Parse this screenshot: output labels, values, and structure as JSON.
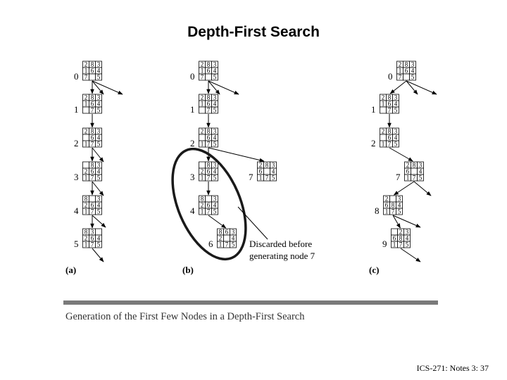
{
  "title": "Depth-First Search",
  "caption": "Generation of the First Few Nodes in a Depth-First Search",
  "footer": "ICS-271: Notes 3: 37",
  "panel_labels": [
    "(a)",
    "(b)",
    "(c)"
  ],
  "annotation": [
    "Discarded before",
    "generating node 7"
  ],
  "boards": {
    "a0": [
      "2",
      "8",
      "3",
      "1",
      "6",
      "4",
      "7",
      "",
      "5"
    ],
    "a1": [
      "2",
      "8",
      "3",
      "1",
      "6",
      "4",
      "",
      "7",
      "5"
    ],
    "a2": [
      "2",
      "8",
      "3",
      "",
      "6",
      "4",
      "1",
      "7",
      "5"
    ],
    "a3": [
      "",
      "8",
      "3",
      "2",
      "6",
      "4",
      "1",
      "7",
      "5"
    ],
    "a4": [
      "8",
      "",
      "3",
      "2",
      "6",
      "4",
      "1",
      "7",
      "5"
    ],
    "a5": [
      "8",
      "3",
      "",
      "2",
      "6",
      "4",
      "1",
      "7",
      "5"
    ],
    "b0": [
      "2",
      "8",
      "3",
      "1",
      "6",
      "4",
      "7",
      "",
      "5"
    ],
    "b1": [
      "2",
      "8",
      "3",
      "1",
      "6",
      "4",
      "",
      "7",
      "5"
    ],
    "b2": [
      "2",
      "8",
      "3",
      "",
      "6",
      "4",
      "1",
      "7",
      "5"
    ],
    "b3": [
      "",
      "8",
      "3",
      "2",
      "6",
      "4",
      "1",
      "7",
      "5"
    ],
    "b4": [
      "8",
      "",
      "3",
      "2",
      "6",
      "4",
      "1",
      "7",
      "5"
    ],
    "b6": [
      "8",
      "6",
      "3",
      "2",
      "",
      "4",
      "1",
      "7",
      "5"
    ],
    "b7": [
      "2",
      "8",
      "3",
      "6",
      "",
      "4",
      "1",
      "7",
      "5"
    ],
    "c0": [
      "2",
      "8",
      "3",
      "1",
      "6",
      "4",
      "7",
      "",
      "5"
    ],
    "c1": [
      "2",
      "8",
      "3",
      "1",
      "6",
      "4",
      "",
      "7",
      "5"
    ],
    "c2": [
      "2",
      "8",
      "3",
      "",
      "6",
      "4",
      "1",
      "7",
      "5"
    ],
    "c7": [
      "2",
      "8",
      "3",
      "6",
      "",
      "4",
      "1",
      "7",
      "5"
    ],
    "c8": [
      "2",
      "",
      "3",
      "6",
      "8",
      "4",
      "1",
      "7",
      "5"
    ],
    "c9": [
      "",
      "2",
      "3",
      "6",
      "8",
      "4",
      "1",
      "7",
      "5"
    ]
  },
  "node_labels": {
    "a0": "0",
    "a1": "1",
    "a2": "2",
    "a3": "3",
    "a4": "4",
    "a5": "5",
    "b0": "0",
    "b1": "1",
    "b2": "2",
    "b3": "3",
    "b4": "4",
    "b6": "6",
    "b7": "7",
    "c0": "0",
    "c1": "1",
    "c2": "2",
    "c7": "7",
    "c8": "8",
    "c9": "9"
  }
}
